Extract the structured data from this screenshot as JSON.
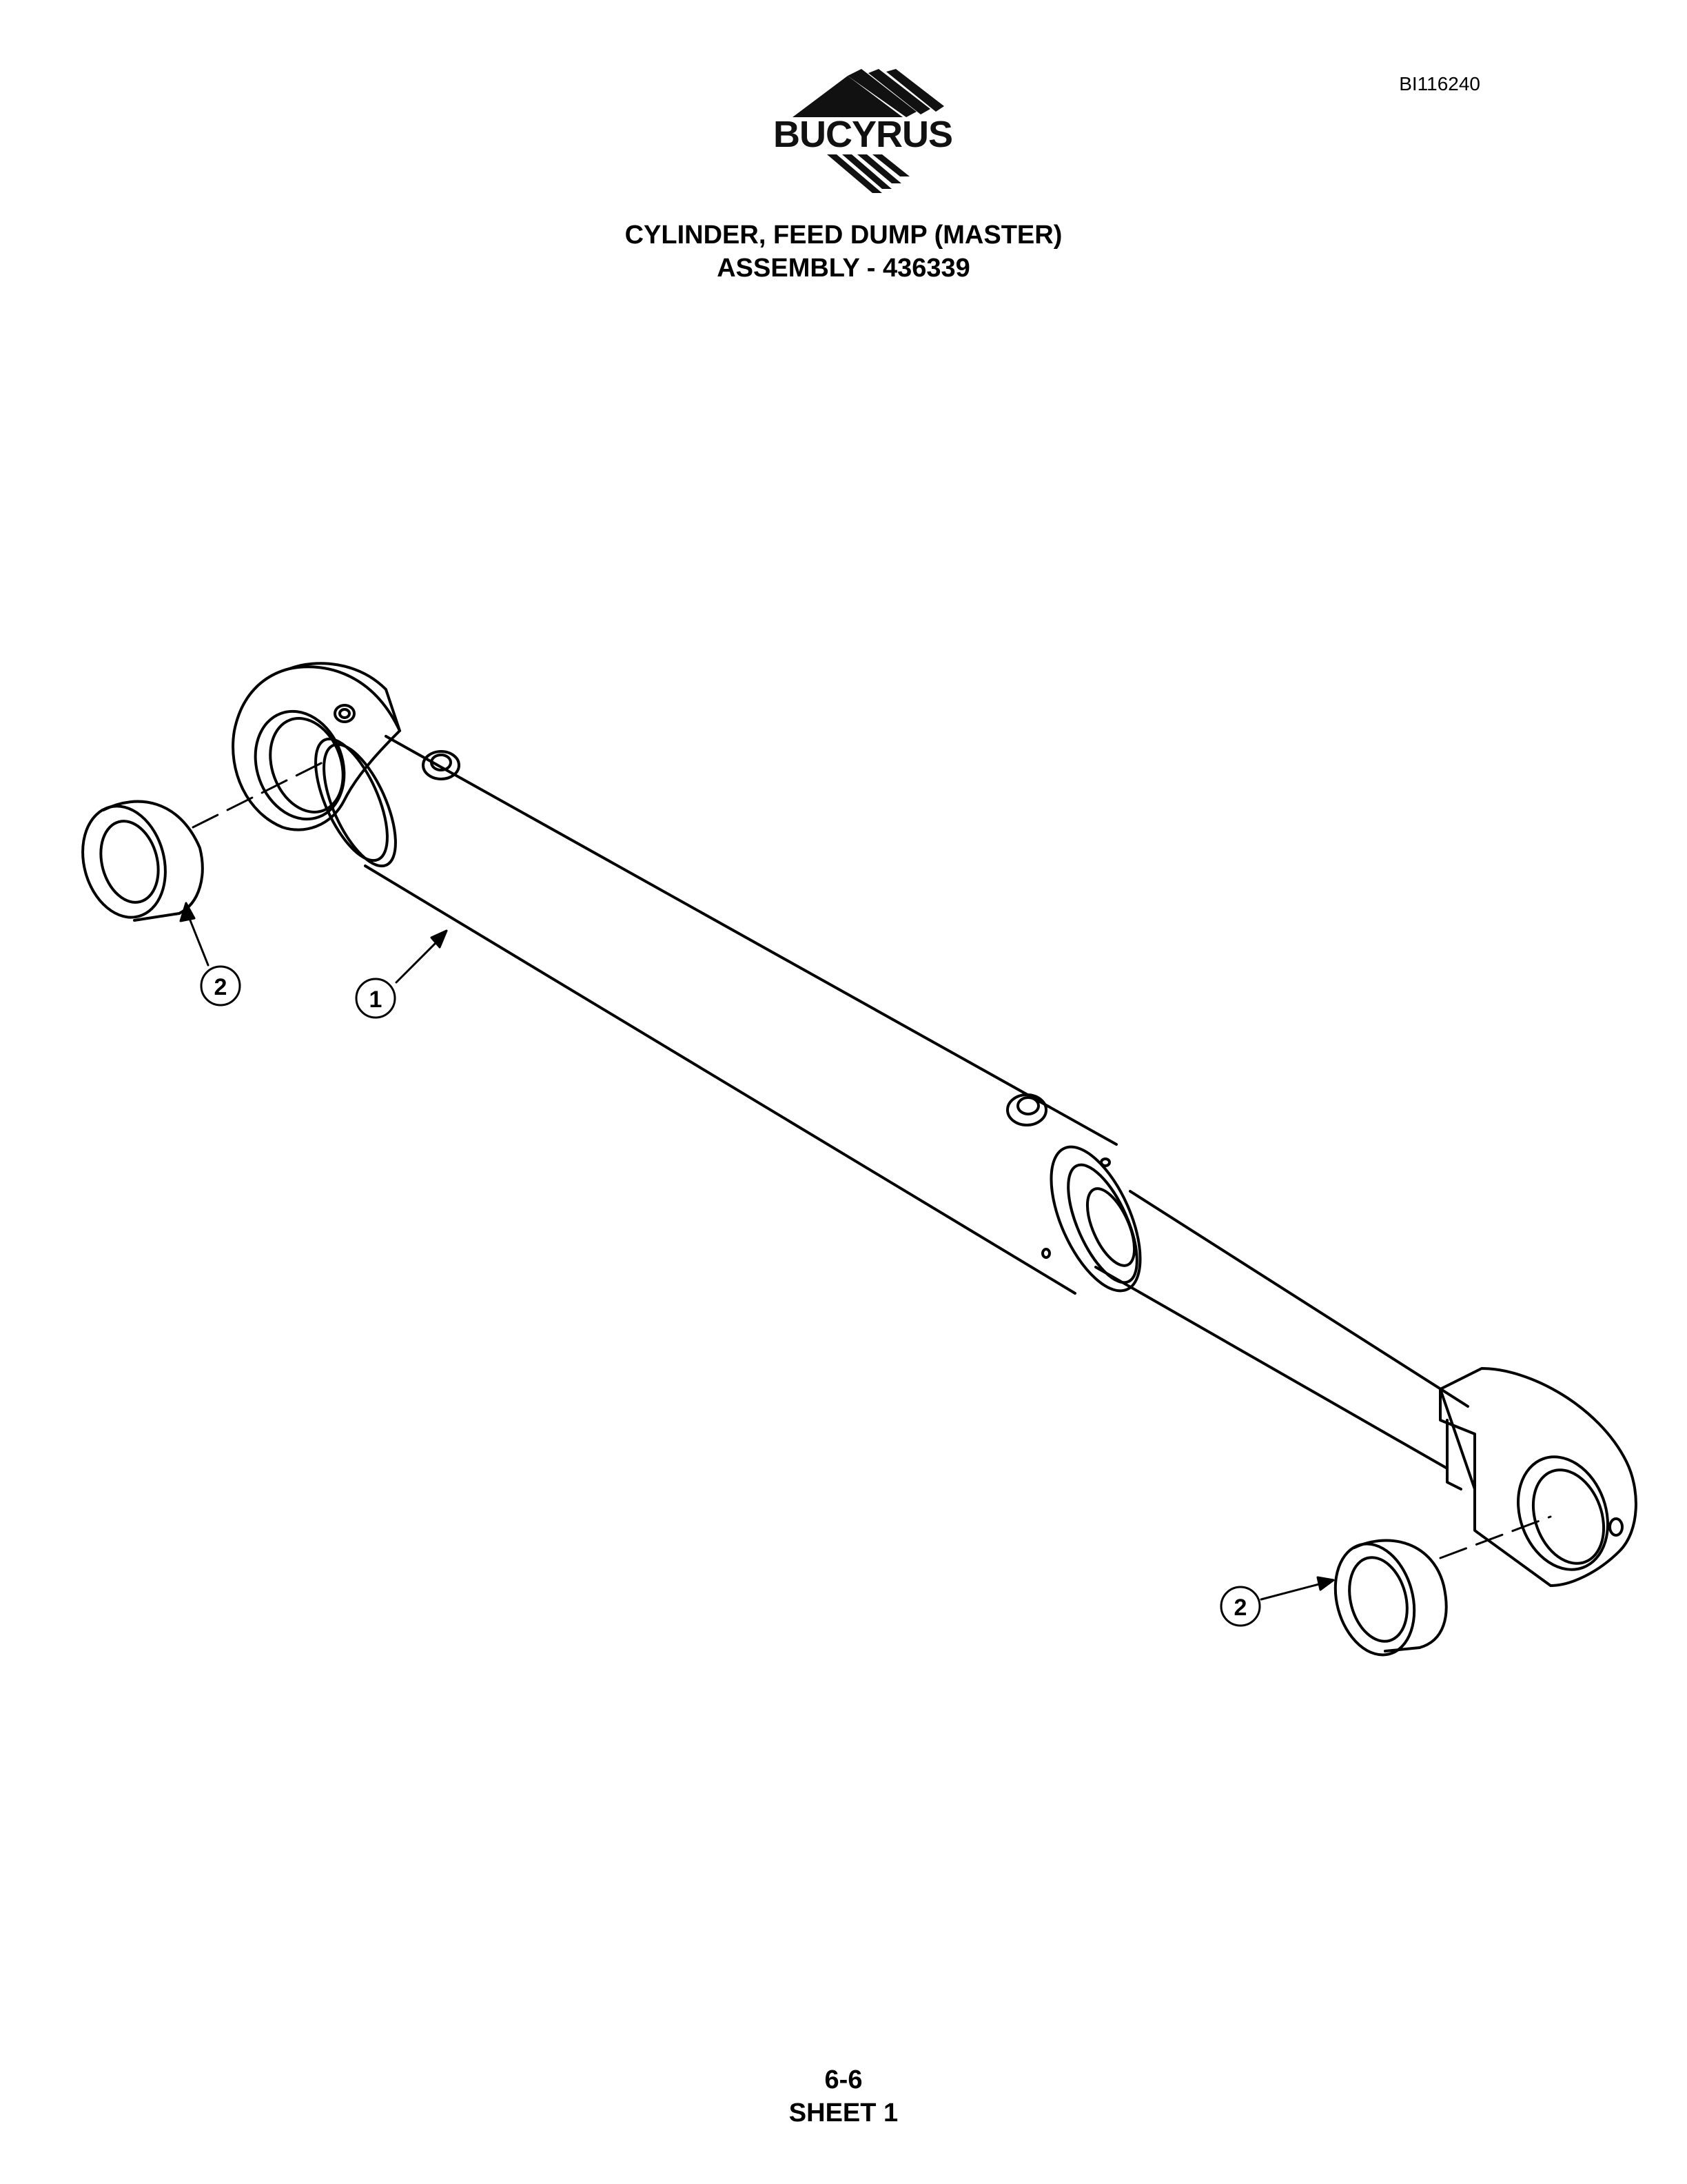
{
  "header": {
    "doc_id": "BI116240",
    "logo_text": "BUCYRUS"
  },
  "title": {
    "line1": "CYLINDER, FEED DUMP (MASTER)",
    "line2": "ASSEMBLY - 436339"
  },
  "callouts": {
    "cylinder": "1",
    "bushing_left": "2",
    "bushing_right": "2"
  },
  "footer": {
    "page": "6-6",
    "sheet": "SHEET 1"
  }
}
